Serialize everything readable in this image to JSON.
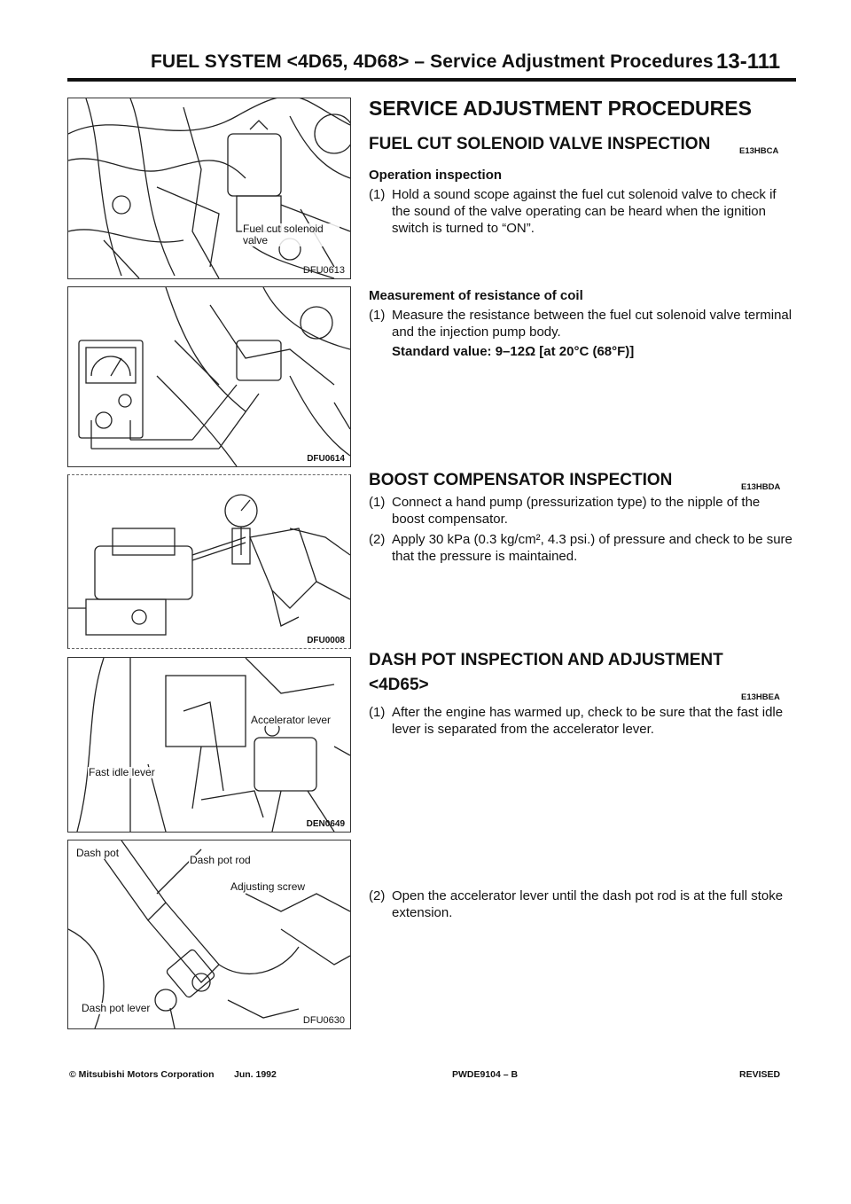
{
  "header": {
    "title": "FUEL SYSTEM <4D65, 4D68> – Service Adjustment Procedures",
    "page_number": "13-111"
  },
  "figures": [
    {
      "code": "DFU0613",
      "callouts": [
        "Fuel cut solenoid valve"
      ]
    },
    {
      "code": "DFU0614",
      "callouts": []
    },
    {
      "code": "DFU0008",
      "callouts": []
    },
    {
      "code": "DEN0649",
      "callouts": [
        "Accelerator lever",
        "Fast idle lever"
      ]
    },
    {
      "code": "DFU0630",
      "callouts": [
        "Dash pot",
        "Dash pot rod",
        "Adjusting screw",
        "Dash pot lever"
      ]
    }
  ],
  "content": {
    "main_title": "SERVICE ADJUSTMENT PROCEDURES",
    "s1": {
      "title": "FUEL CUT SOLENOID VALVE INSPECTION",
      "code": "E13HBCA",
      "sub1": "Operation inspection",
      "sub1_items": [
        {
          "num": "(1)",
          "text": "Hold a sound scope against the fuel cut solenoid valve to check if the sound of the valve operating can be heard when the ignition switch is turned to “ON”."
        }
      ],
      "sub2": "Measurement of resistance of coil",
      "sub2_items": [
        {
          "num": "(1)",
          "text": "Measure the resistance between the fuel cut solenoid valve terminal and the injection pump body."
        }
      ],
      "standard": "Standard value: 9–12Ω [at 20°C (68°F)]"
    },
    "s2": {
      "title": "BOOST COMPENSATOR INSPECTION",
      "code": "E13HBDA",
      "items": [
        {
          "num": "(1)",
          "text": "Connect a hand pump (pressurization type) to the nipple of the boost compensator."
        },
        {
          "num": "(2)",
          "text": "Apply 30 kPa (0.3 kg/cm², 4.3 psi.) of pressure and check to be sure that the pressure is maintained."
        }
      ]
    },
    "s3": {
      "title": "DASH POT INSPECTION AND ADJUSTMENT",
      "title2": "<4D65>",
      "code": "E13HBEA",
      "items": [
        {
          "num": "(1)",
          "text": "After the engine has warmed up, check to be sure that the fast idle lever is separated from the accelerator lever."
        },
        {
          "num": "(2)",
          "text": "Open the accelerator lever until the dash pot rod is at the full stoke extension."
        }
      ]
    }
  },
  "footer": {
    "copyright": "© Mitsubishi Motors Corporation",
    "date": "Jun. 1992",
    "doc_code": "PWDE9104 – B",
    "status": "REVISED"
  }
}
